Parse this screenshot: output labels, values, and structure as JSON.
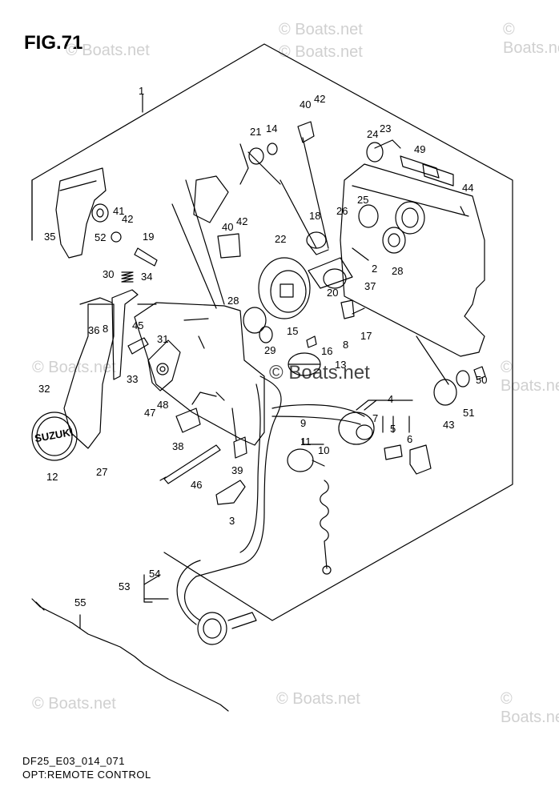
{
  "figure_title": "FIG.71",
  "footer_code": "DF25_E03_014_071",
  "footer_caption": "OPT:REMOTE CONTROL",
  "watermark_text": "© Boats.net",
  "part_numbers": {
    "p1": "1",
    "p2": "2",
    "p3": "3",
    "p4": "4",
    "p5": "5",
    "p6": "6",
    "p7": "7",
    "p8": "8",
    "p8b": "8",
    "p9": "9",
    "p10": "10",
    "p11": "11",
    "p12": "12",
    "p13": "13",
    "p14": "14",
    "p15": "15",
    "p16": "16",
    "p17": "17",
    "p18": "18",
    "p19": "19",
    "p20": "20",
    "p21": "21",
    "p22": "22",
    "p23": "23",
    "p24": "24",
    "p25": "25",
    "p26": "26",
    "p27": "27",
    "p28a": "28",
    "p28b": "28",
    "p29": "29",
    "p30": "30",
    "p31": "31",
    "p32": "32",
    "p33": "33",
    "p34": "34",
    "p35": "35",
    "p36": "36",
    "p37": "37",
    "p38": "38",
    "p39": "39",
    "p40a": "40",
    "p40b": "40",
    "p41": "41",
    "p42a": "42",
    "p42b": "42",
    "p42c": "42",
    "p43": "43",
    "p44": "44",
    "p45": "45",
    "p46": "46",
    "p47": "47",
    "p48": "48",
    "p49": "49",
    "p50": "50",
    "p51": "51",
    "p52": "52",
    "p53": "53",
    "p54": "54",
    "p55": "55"
  },
  "knob_brand_text": "SUZUKI",
  "colors": {
    "line": "#000000",
    "watermark": "#cfcfcf"
  }
}
